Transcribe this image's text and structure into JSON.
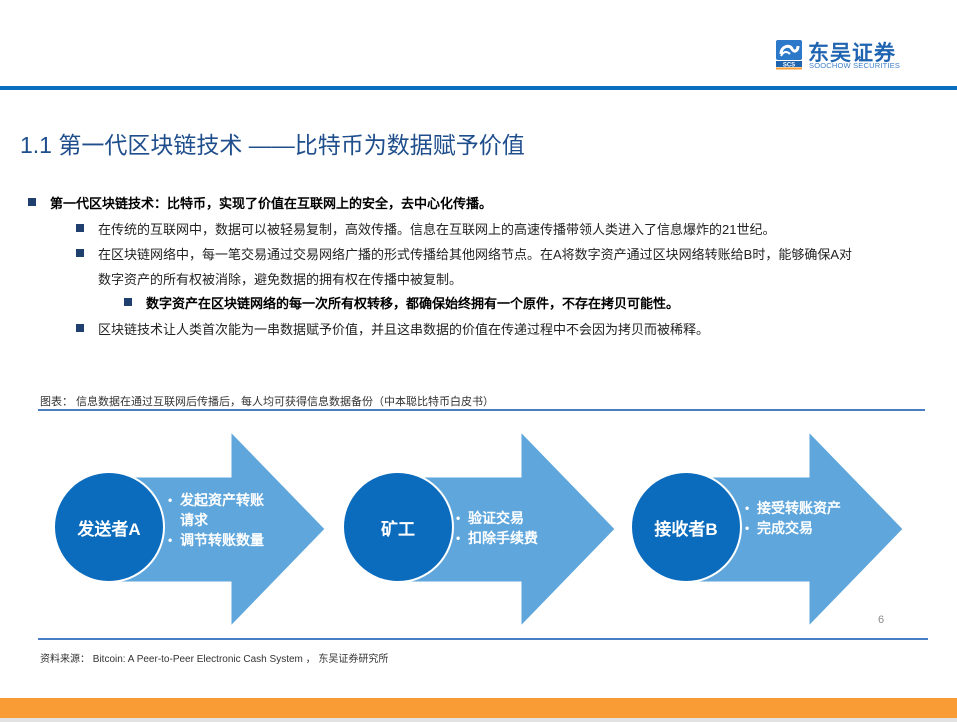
{
  "header": {
    "logo": {
      "cn_name": "东吴证券",
      "en_name": "SOOCHOW SECURITIES",
      "mark_text": "SCS"
    },
    "accent_color": "#0a6fbf"
  },
  "title": "1.1 第一代区块链技术 ——比特币为数据赋予价值",
  "bullets": [
    {
      "level": 1,
      "bold": true,
      "text": "第一代区块链技术：比特币，实现了价值在互联网上的安全，去中心化传播。"
    },
    {
      "level": 2,
      "bold": false,
      "text": "在传统的互联网中，数据可以被轻易复制，高效传播。信息在互联网上的高速传播带领人类进入了信息爆炸的21世纪。"
    },
    {
      "level": 2,
      "bold": false,
      "text": "在区块链网络中，每一笔交易通过交易网络广播的形式传播给其他网络节点。在A将数字资产通过区块网络转账给B时，能够确保A对",
      "continuation": "数字资产的所有权被消除，避免数据的拥有权在传播中被复制。"
    },
    {
      "level": 3,
      "bold": true,
      "text": "数字资产在区块链网络的每一次所有权转移，都确保始终拥有一个原件，不存在拷贝可能性。"
    },
    {
      "level": 2,
      "bold": false,
      "text": "区块链技术让人类首次能为一串数据赋予价值，并且这串数据的价值在传递过程中不会因为拷贝而被稀释。"
    }
  ],
  "figure": {
    "caption": "图表： 信息数据在通过互联网后传播后，每人均可获得信息数据备份（中本聪比特币白皮书）",
    "arrow_color": "#5ea6dc",
    "circle_color": "#0b6cbd",
    "steps": [
      {
        "actor": "发送者A",
        "points": [
          "发起资产转账请求",
          "调节转账数量"
        ]
      },
      {
        "actor": "矿工",
        "points": [
          "验证交易",
          "扣除手续费"
        ]
      },
      {
        "actor": "接收者B",
        "points": [
          "接受转账资产",
          "完成交易"
        ]
      }
    ]
  },
  "page_number": "6",
  "source": "资料来源： Bitcoin: A Peer-to-Peer Electronic Cash System ， 东吴证券研究所",
  "footer_color": "#f99c36"
}
